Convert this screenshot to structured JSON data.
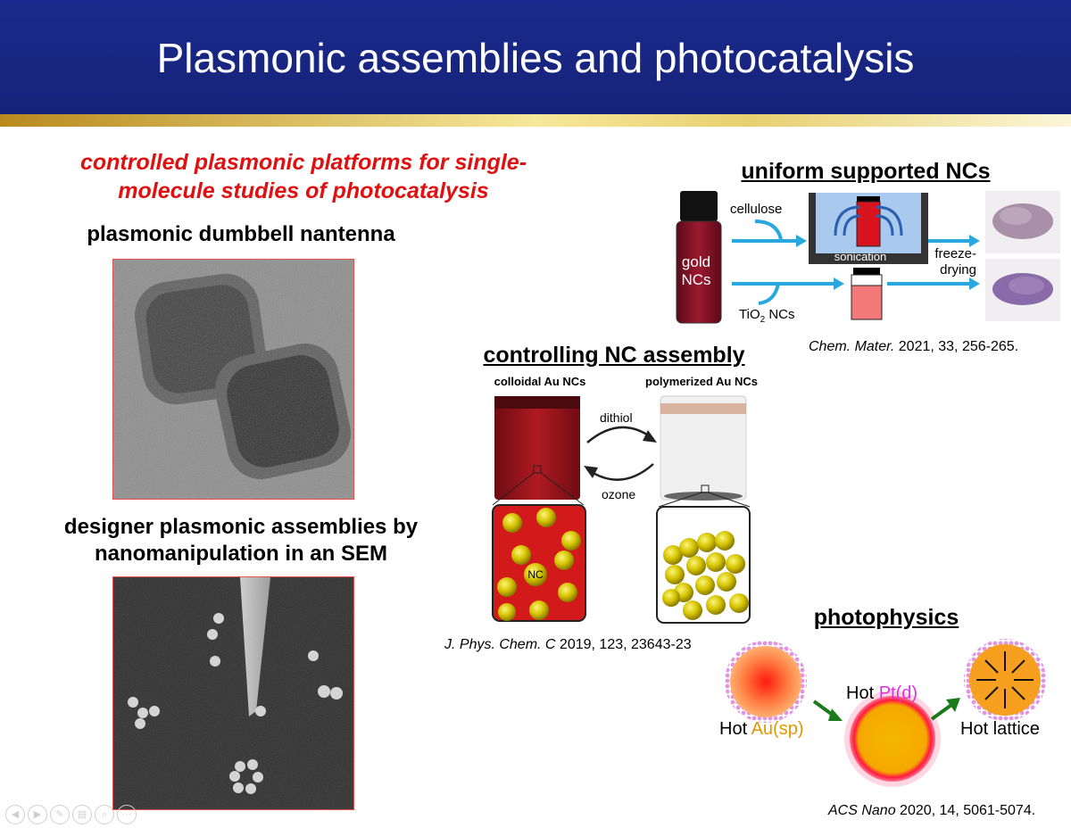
{
  "slide": {
    "title": "Plasmonic assemblies and photocatalysis"
  },
  "left": {
    "heading": "controlled plasmonic platforms for single-molecule studies of photocatalysis",
    "heading_line1": "controlled plasmonic platforms for single-",
    "heading_line2": "molecule studies of photocatalysis",
    "dumbbell_label": "plasmonic dumbbell nantenna",
    "designer_line1": "designer plasmonic assemblies by",
    "designer_line2": "nanomanipulation in an SEM"
  },
  "uniform": {
    "heading": "uniform supported NCs",
    "vial_label_1": "gold",
    "vial_label_2": "NCs",
    "cellulose": "cellulose",
    "sonication": "sonication",
    "freeze_1": "freeze-",
    "freeze_2": "drying",
    "tio2_prefix": "TiO",
    "tio2_sub": "2",
    "tio2_suffix": " NCs",
    "citation_journal": "Chem. Mater.",
    "citation_rest": " 2021, 33, 256-265."
  },
  "assembly": {
    "heading": "controlling NC assembly",
    "colloidal": "colloidal Au NCs",
    "polymerized": "polymerized Au NCs",
    "dithiol": "dithiol",
    "ozone": "ozone",
    "nc_label": "NC",
    "citation_journal": "J. Phys. Chem. C",
    "citation_rest": " 2019, 123, 23643-23"
  },
  "photophysics": {
    "heading": "photophysics",
    "hot_au_prefix": "Hot ",
    "hot_au_colored": "Au(sp)",
    "hot_pt_prefix": "Hot ",
    "hot_pt_colored": "Pt(d)",
    "hot_lattice": "Hot lattice",
    "citation_journal": "ACS Nano",
    "citation_rest": " 2020, 14, 5061-5074.",
    "colors": {
      "au": "#e69500",
      "pt": "#e030e0"
    }
  },
  "nav": {
    "icons": [
      "prev-icon",
      "next-icon",
      "pen-icon",
      "slides-icon",
      "zoom-icon",
      "more-icon"
    ],
    "glyphs": [
      "◀",
      "▶",
      "✎",
      "▤",
      "⌕",
      "···"
    ]
  }
}
